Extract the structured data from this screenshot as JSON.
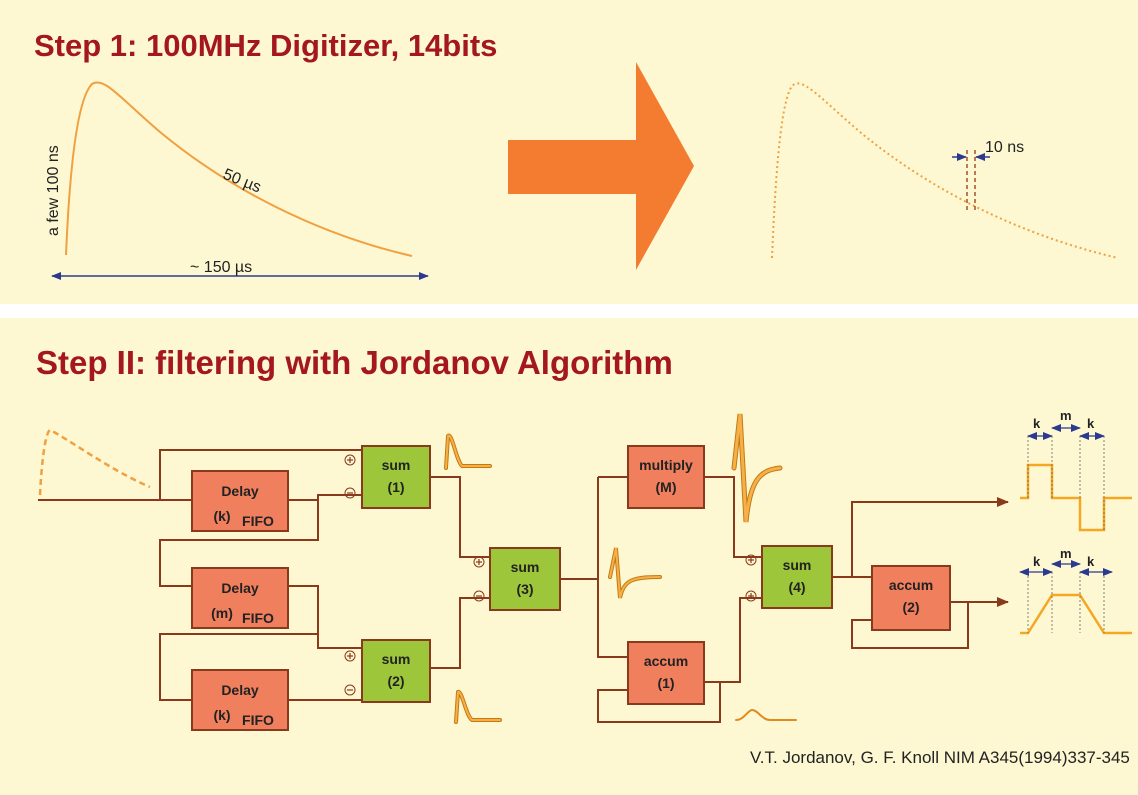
{
  "step1": {
    "title": "Step 1: 100MHz Digitizer, 14bits",
    "rise_label": "a few 100 ns",
    "decay_label": "50 µs",
    "width_label": "~ 150 µs",
    "sample_label": "10 ns"
  },
  "step2": {
    "title": "Step II: filtering with Jordanov Algorithm",
    "blocks": {
      "delay_k1": {
        "line1": "Delay",
        "line2": "(k)",
        "sub": "FIFO"
      },
      "delay_m": {
        "line1": "Delay",
        "line2": "(m)",
        "sub": "FIFO"
      },
      "delay_k2": {
        "line1": "Delay",
        "line2": "(k)",
        "sub": "FIFO"
      },
      "sum1": {
        "line1": "sum",
        "line2": "(1)"
      },
      "sum2": {
        "line1": "sum",
        "line2": "(2)"
      },
      "sum3": {
        "line1": "sum",
        "line2": "(3)"
      },
      "sum4": {
        "line1": "sum",
        "line2": "(4)"
      },
      "multiply": {
        "line1": "multiply",
        "line2": "(M)"
      },
      "accum1": {
        "line1": "accum",
        "line2": "(1)"
      },
      "accum2": {
        "line1": "accum",
        "line2": "(2)"
      }
    },
    "out_labels": {
      "k_left": "k",
      "m": "m",
      "k_right": "k"
    },
    "colors": {
      "delay_block": "#f07f5e",
      "sum_block": "#9dc63b",
      "wire": "#8a3a1c",
      "signal": "#f5a623",
      "arrow": "#f47c30",
      "title": "#a3171d"
    }
  },
  "citation": "V.T. Jordanov, G. F. Knoll NIM A345(1994)337-345"
}
